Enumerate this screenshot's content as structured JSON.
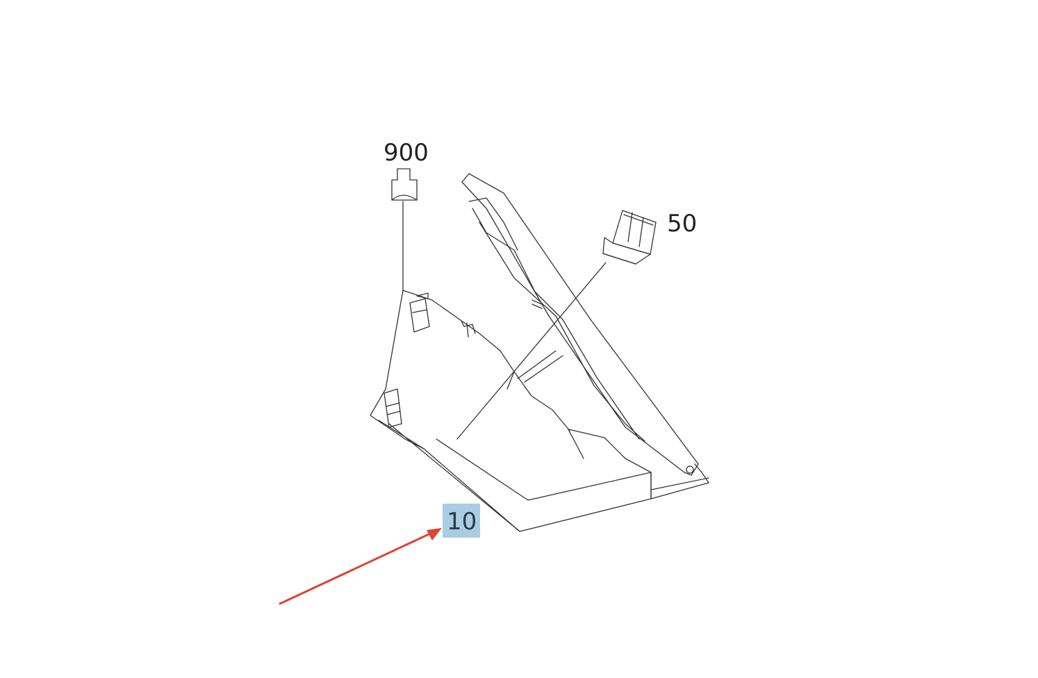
{
  "diagram": {
    "callouts": [
      {
        "id": "part-900",
        "label": "900"
      },
      {
        "id": "part-50",
        "label": "50"
      },
      {
        "id": "part-10",
        "label": "10"
      }
    ],
    "colors": {
      "line": "#333333",
      "highlight": "#a9cde3",
      "arrow": "#e0432f"
    }
  }
}
